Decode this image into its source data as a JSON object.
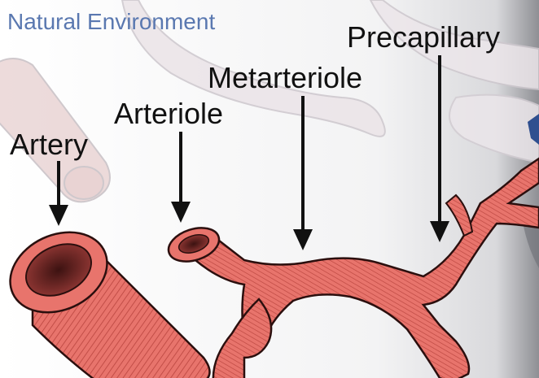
{
  "title": "Natural Environment",
  "labels": {
    "artery": "Artery",
    "arteriole": "Arteriole",
    "metarteriole": "Metarteriole",
    "precapillary": "Precapillary"
  },
  "colors": {
    "title": "#5a78b0",
    "vessel_fill": "#e8746c",
    "vessel_dark": "#b9443e",
    "vessel_lumen": "#5a1f1d",
    "background_faded_vessel": "#e9d6d6",
    "background_faded_outline": "#c9c3c8",
    "label_text": "#111111"
  }
}
